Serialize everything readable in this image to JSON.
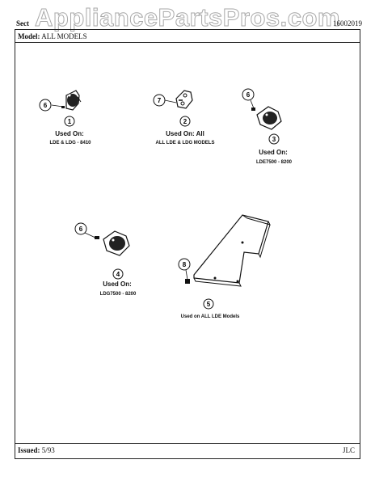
{
  "watermark": "AppliancePartsPros.com",
  "header": {
    "section_label": "Sect",
    "doc_number": "16002019",
    "model_label": "Model:",
    "model_value": "ALL MODELS"
  },
  "footer": {
    "issued_label": "Issued:",
    "issued_value": "5/93",
    "code": "JLC"
  },
  "parts": [
    {
      "number": "1",
      "used_on": "Used On:",
      "models": "LDE & LDG - 8410",
      "callouts": [
        "6"
      ]
    },
    {
      "number": "2",
      "used_on": "Used On: All",
      "models": "ALL LDE & LDG MODELS",
      "callouts": [
        "7"
      ]
    },
    {
      "number": "3",
      "used_on": "Used On:",
      "models": "LDE7500 - 8200",
      "callouts": [
        "6"
      ]
    },
    {
      "number": "4",
      "used_on": "Used On:",
      "models": "LDG7500 - 8200",
      "callouts": [
        "6"
      ]
    },
    {
      "number": "5",
      "used_on": "",
      "models": "Used on ALL LDE Models",
      "callouts": [
        "8"
      ]
    }
  ]
}
